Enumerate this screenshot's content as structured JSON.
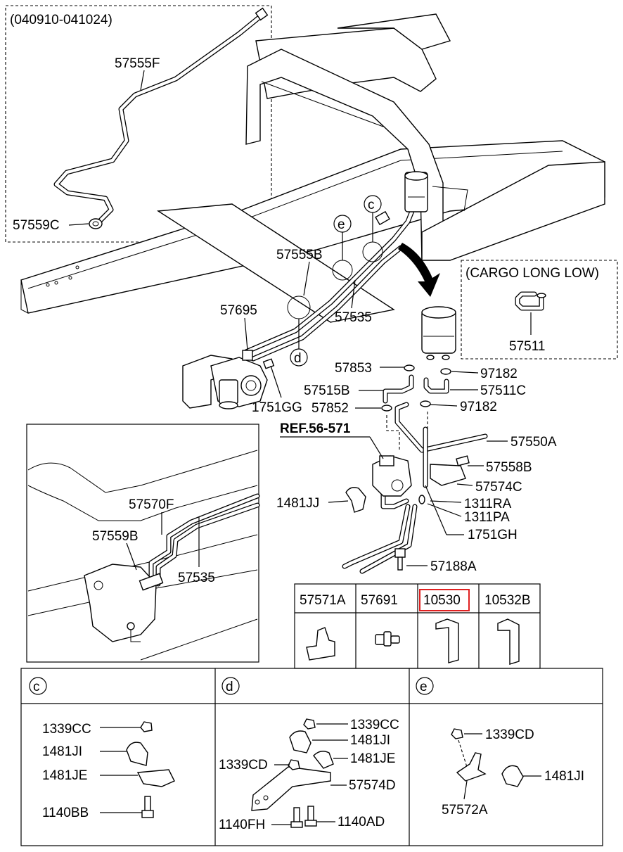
{
  "variants": {
    "date_range": "(040910-041024)",
    "cargo": "(CARGO LONG LOW)"
  },
  "reference": "REF.56-571",
  "circle_markers": [
    "c",
    "e",
    "d"
  ],
  "labels": {
    "p57555F": "57555F",
    "p57559C": "57559C",
    "p57555B": "57555B",
    "p57535": "57535",
    "p57695": "57695",
    "p1751GG": "1751GG",
    "p57511": "57511",
    "p57853": "57853",
    "p97182a": "97182",
    "p57515B": "57515B",
    "p57511C": "57511C",
    "p57852": "57852",
    "p97182b": "97182",
    "p57550A": "57550A",
    "p57558B": "57558B",
    "p57574C": "57574C",
    "p1481JJ": "1481JJ",
    "p1311RA": "1311RA",
    "p1311PA": "1311PA",
    "p1751GH": "1751GH",
    "p57188A": "57188A",
    "p57570F": "57570F",
    "p57559B": "57559B",
    "p57535b": "57535"
  },
  "parts_table": {
    "columns": [
      "57571A",
      "57691",
      "10530",
      "10532B"
    ],
    "highlighted": "10530",
    "highlight_color": "#e02020"
  },
  "detail_c": {
    "marker": "c",
    "labels": [
      "1339CC",
      "1481JI",
      "1481JE",
      "1140BB"
    ]
  },
  "detail_d": {
    "marker": "d",
    "labels": [
      "1339CC",
      "1481JI",
      "1339CD",
      "1481JE",
      "57574D",
      "1140FH",
      "1140AD"
    ]
  },
  "detail_e": {
    "marker": "e",
    "labels": [
      "1339CD",
      "1481JI",
      "57572A"
    ]
  }
}
